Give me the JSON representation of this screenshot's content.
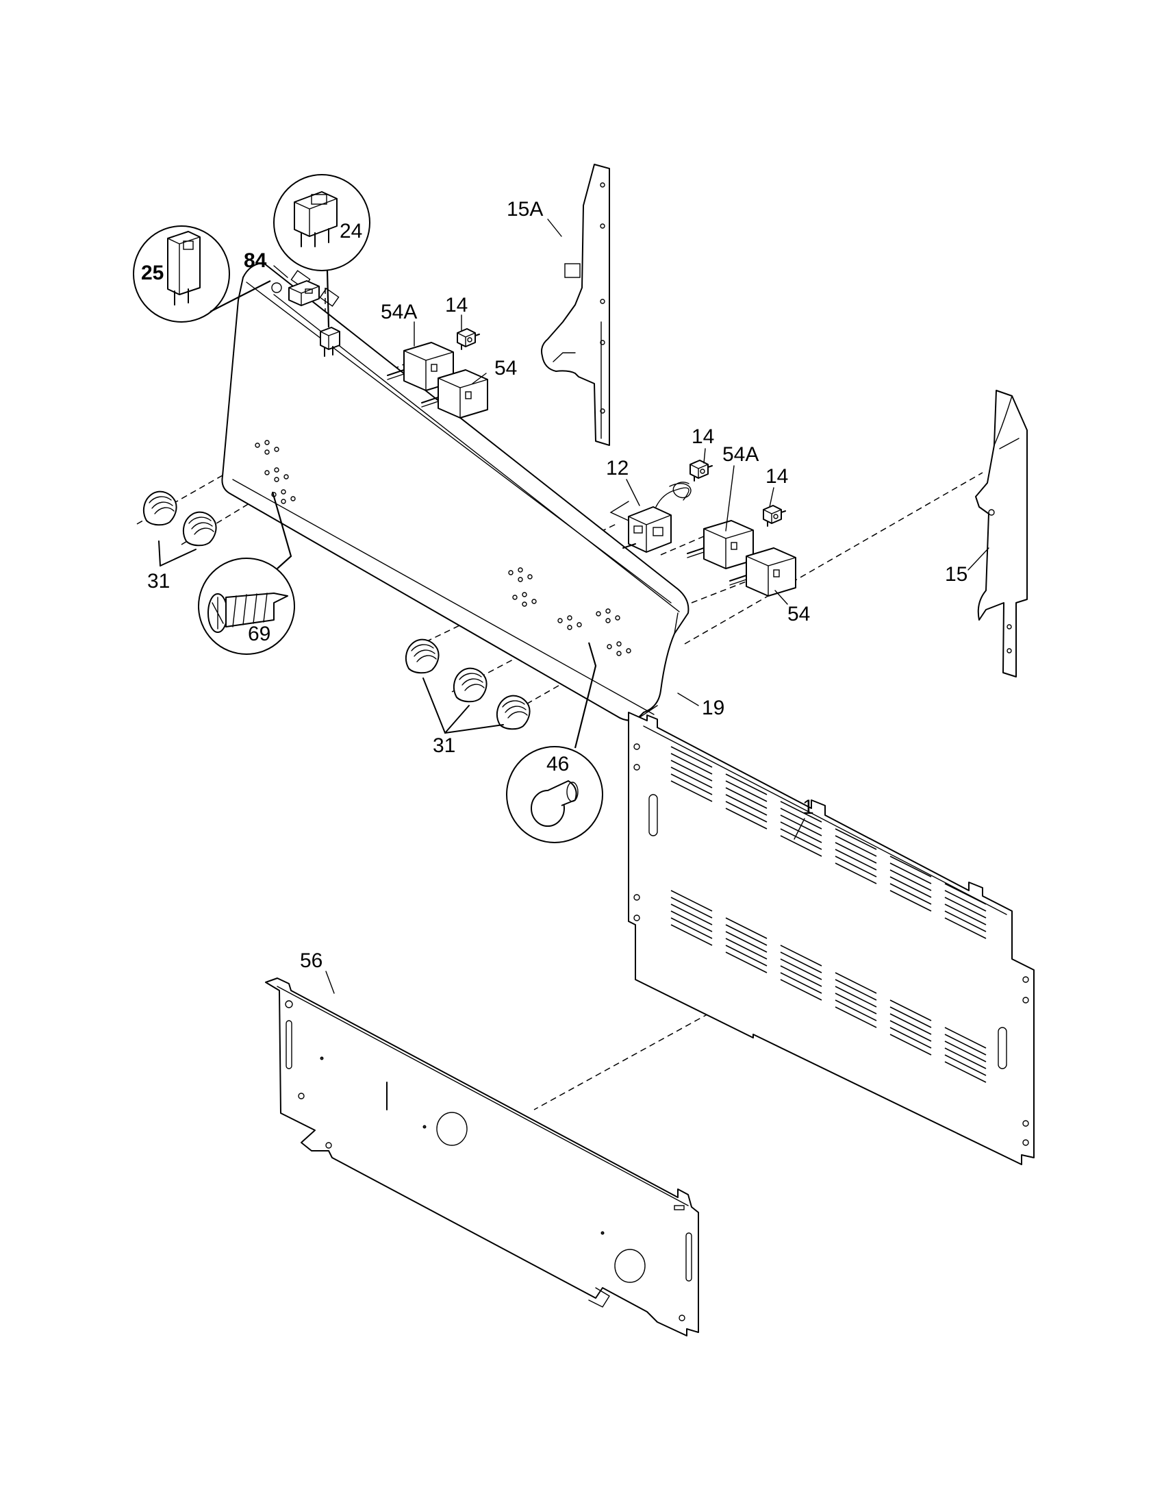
{
  "labels": {
    "p25": "25",
    "p84": "84",
    "p24": "24",
    "p54A_top": "54A",
    "p14_top": "14",
    "p54_top": "54",
    "p15A": "15A",
    "p12": "12",
    "p14_mid": "14",
    "p54A_mid": "54A",
    "p14_right": "14",
    "p15": "15",
    "p54_mid": "54",
    "p31_left": "31",
    "p69": "69",
    "p19": "19",
    "p31_bottom": "31",
    "p46": "46",
    "p1": "1",
    "p56": "56"
  },
  "icons": {
    "rocker_switch": "rocker-switch-icon",
    "indicator_light": "indicator-light-icon",
    "infinite_switch": "infinite-switch-icon",
    "terminal_block": "terminal-block-icon",
    "knob": "knob-icon",
    "screw": "screw-icon",
    "thermostat": "thermostat-icon",
    "plug_button": "plug-button-icon"
  }
}
